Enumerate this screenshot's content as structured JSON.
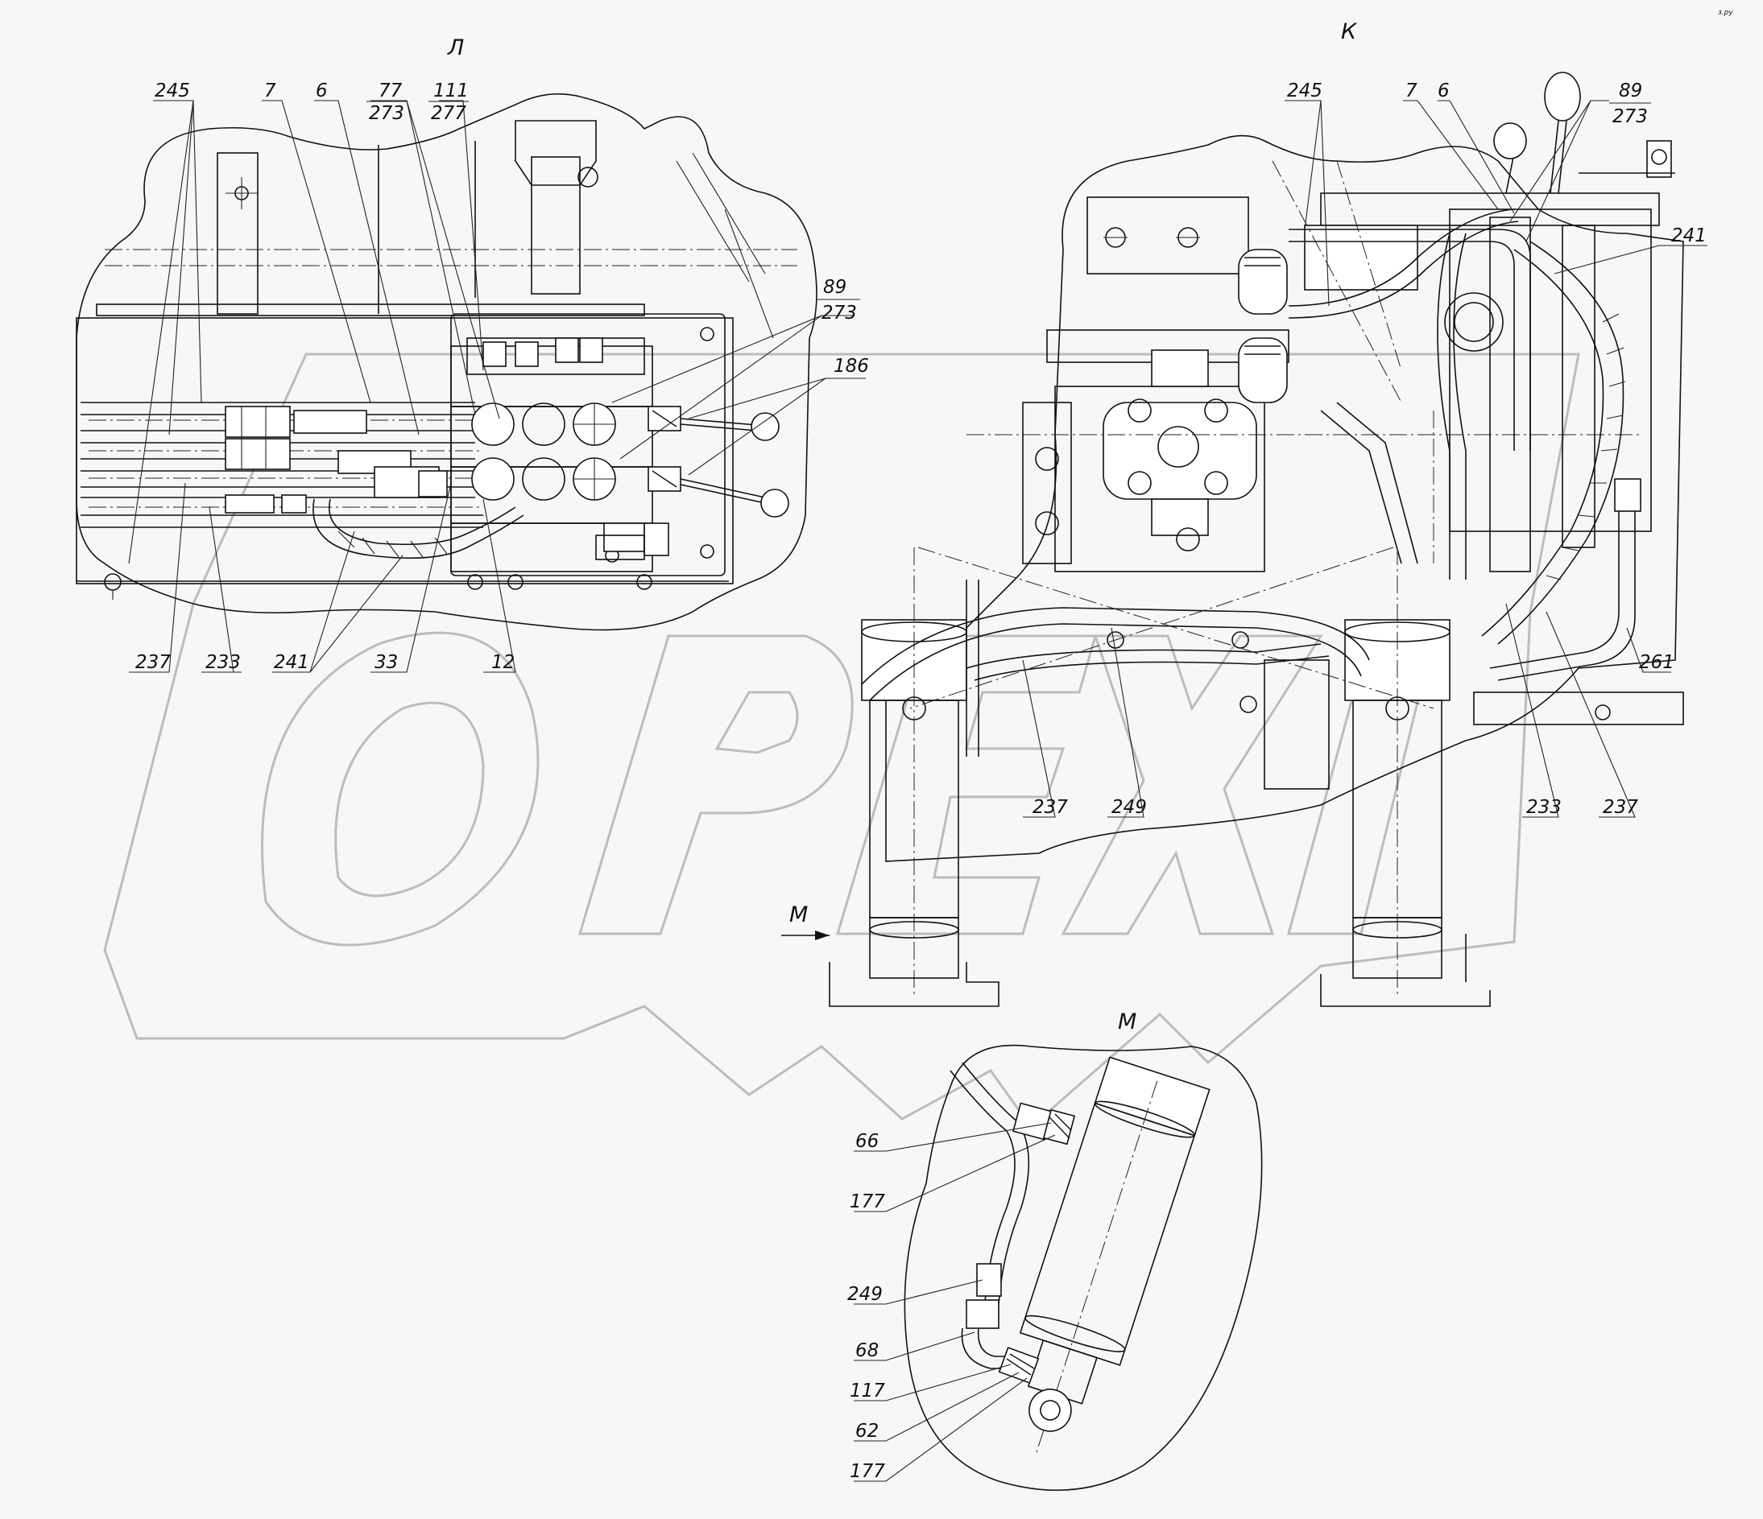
{
  "views": {
    "left": "Л",
    "right": "К",
    "detail": "М",
    "arrow": "М"
  },
  "watermark": "ОРЕХ",
  "corner_note": "з.ру",
  "callouts_left": [
    "245",
    "7",
    "6",
    "77",
    "273",
    "111",
    "277",
    "89",
    "273",
    "186",
    "237",
    "233",
    "241",
    "33",
    "12"
  ],
  "callouts_right": [
    "245",
    "7",
    "6",
    "89",
    "273",
    "241",
    "261",
    "237",
    "249",
    "233",
    "237"
  ],
  "callouts_detail": [
    "66",
    "177",
    "249",
    "68",
    "117",
    "62",
    "177"
  ]
}
